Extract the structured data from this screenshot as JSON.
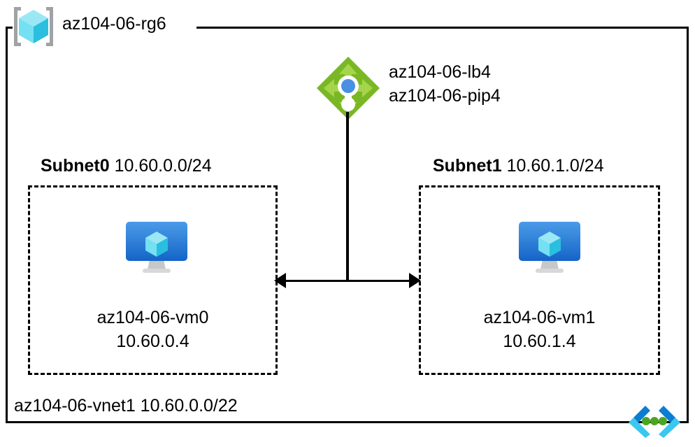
{
  "diagram": {
    "resource_group": {
      "icon": "resource-group-cube-icon",
      "label": "az104-06-rg6"
    },
    "load_balancer": {
      "icon": "load-balancer-icon",
      "labels": [
        "az104-06-lb4",
        "az104-06-pip4"
      ]
    },
    "subnets": [
      {
        "name": "Subnet0",
        "cidr": "10.60.0.0/24",
        "vm": {
          "icon": "virtual-machine-icon",
          "name": "az104-06-vm0",
          "ip": "10.60.0.4"
        }
      },
      {
        "name": "Subnet1",
        "cidr": "10.60.1.0/24",
        "vm": {
          "icon": "virtual-machine-icon",
          "name": "az104-06-vm1",
          "ip": "10.60.1.4"
        }
      }
    ],
    "vnet": {
      "caption": "az104-06-vnet1 10.60.0.0/22",
      "icon": "virtual-network-icon"
    },
    "colors": {
      "line": "#000000",
      "load_balancer_green": "#7AB725",
      "load_balancer_arrow_green": "#9BCF3F",
      "load_balancer_dot_blue": "#4A90E2",
      "vm_monitor_blue_top": "#3C8FE0",
      "vm_monitor_blue_bottom": "#1B77D4",
      "cube_cyan_light": "#9BE8F5",
      "cube_cyan_mid": "#44D8F0",
      "cube_cyan_dark": "#22B6D8",
      "bracket_gray": "#A0A3A6",
      "stand_gray": "#C8C8C8",
      "vnet_icon_blue": "#0B7DD4",
      "vnet_icon_cyan": "#3AC7F0",
      "vnet_icon_green": "#4CA521"
    }
  }
}
